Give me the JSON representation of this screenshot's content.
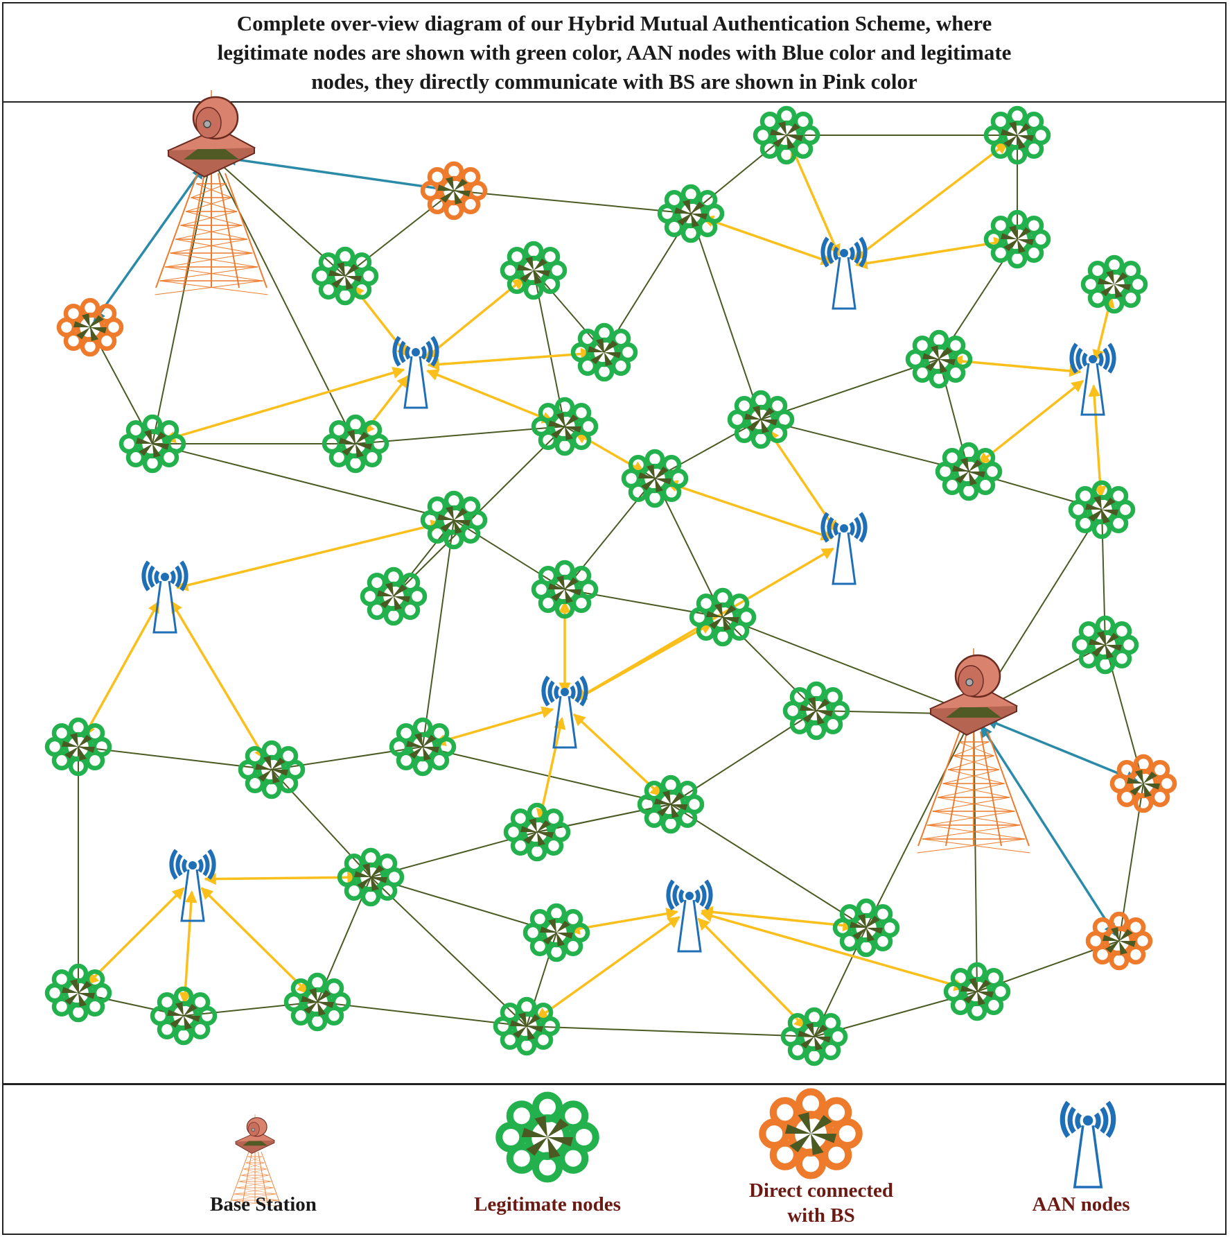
{
  "title": {
    "line1": "Complete over-view diagram of our Hybrid Mutual Authentication Scheme, where",
    "line2": "legitimate nodes are shown with green color, AAN nodes with Blue color and legitimate",
    "line3": "nodes, they directly communicate with BS are shown in Pink color"
  },
  "legend": {
    "base_station": "Base Station",
    "legitimate": "Legitimate nodes",
    "direct_line1": "Direct connected",
    "direct_line2": "with BS",
    "aan": "AAN nodes"
  },
  "colors": {
    "legitimate": "#22b14c",
    "direct": "#ee7a2b",
    "aan": "#1f6fb7",
    "arrow": "#fbbf1b",
    "bs_link": "#2a8aa8",
    "edge": "#4a5a22",
    "tower": "#ee7a2b",
    "dish": "#d9826e",
    "legend_dark": "#1a1a1a",
    "legend_brown": "#6b1a14"
  }
}
